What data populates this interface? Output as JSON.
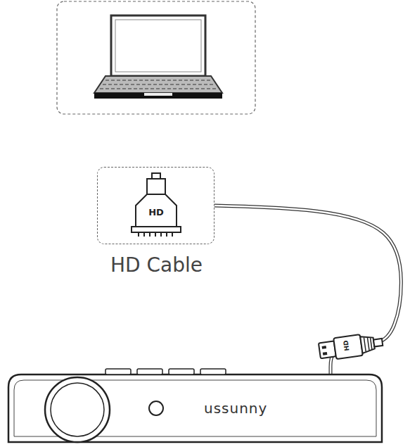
{
  "diagram": {
    "nodes": [
      {
        "text": [
          "HD",
          "HD Cable"
        ]
      },
      {
        "text": [
          "ussunny"
        ]
      }
    ],
    "edges": [
      {
        "from": 0,
        "to": 1,
        "arrow": "none"
      }
    ],
    "labels": [
      "HD"
    ]
  }
}
